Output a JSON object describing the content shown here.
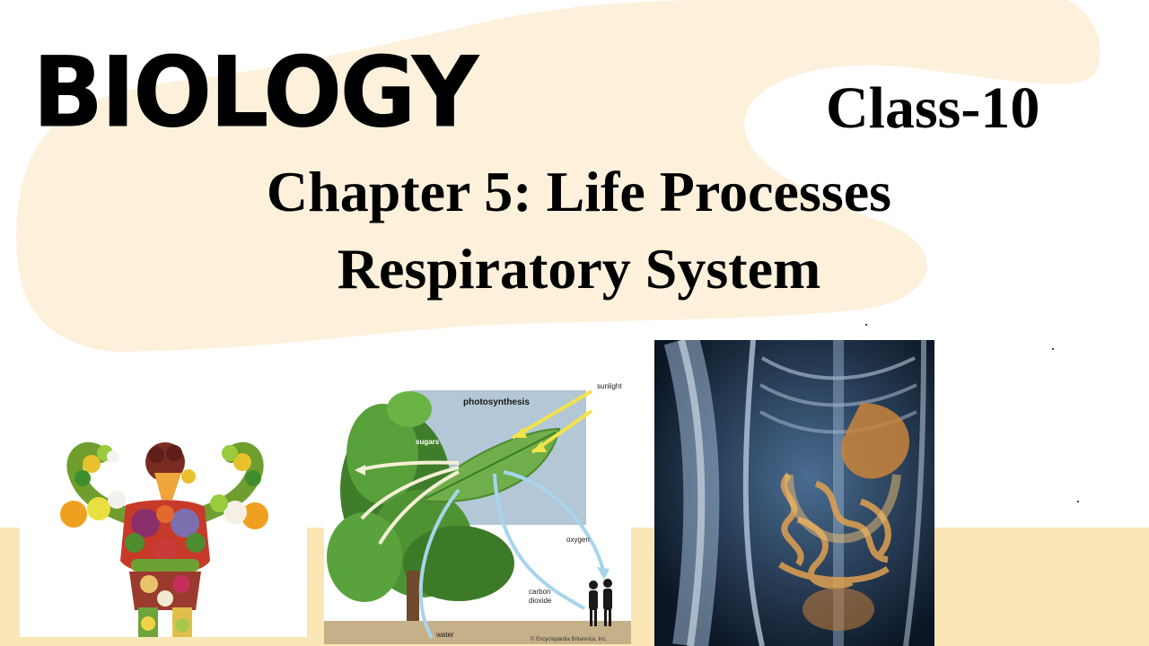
{
  "slide": {
    "subject": "BIOLOGY",
    "class_label": "Class-10",
    "chapter": "Chapter 5: Life Processes",
    "topic": "Respiratory System"
  },
  "images": {
    "vegetable_body": {
      "description_icon": "vegetable-body-figure-icon"
    },
    "photosynthesis": {
      "title": "photosynthesis",
      "sunlight": "sunlight",
      "sugars": "sugars",
      "oxygen": "oxygen",
      "carbon": "carbon",
      "dioxide": "dioxide",
      "water": "water",
      "credit": "© Encyclopædia Britannica, Inc."
    },
    "body_xray": {
      "description_icon": "digestive-system-xray-icon"
    }
  },
  "colors": {
    "blob": "#fdf1dc",
    "band": "#fbe7b5",
    "photo_box": "#b3c7d6",
    "sun_arrow": "#f2e34a",
    "water_arrow": "#a8d4ec",
    "sugar_arrow": "#f3f0d6"
  }
}
